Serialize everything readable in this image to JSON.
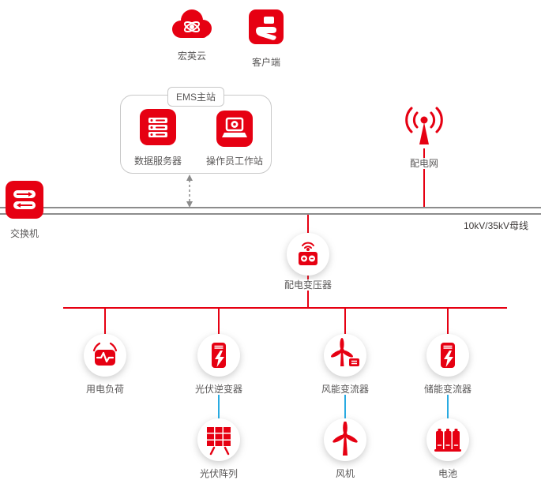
{
  "colors": {
    "red": "#e60012",
    "bus_gray": "#8c8c8c",
    "link_blue": "#29abe2",
    "label_gray": "#595757"
  },
  "labels": {
    "bus": "10kV/35kV母线",
    "ems": "EMS主站"
  },
  "nodes": {
    "cloud": {
      "label": "宏英云"
    },
    "client": {
      "label": "客户端"
    },
    "server": {
      "label": "数据服务器"
    },
    "workstation": {
      "label": "操作员工作站"
    },
    "grid": {
      "label": "配电网"
    },
    "switch": {
      "label": "交换机"
    },
    "transformer": {
      "label": "配电变压器"
    },
    "load": {
      "label": "用电负荷"
    },
    "pv_inverter": {
      "label": "光伏逆变器"
    },
    "wind_converter": {
      "label": "风能变流器"
    },
    "storage_converter": {
      "label": "储能变流器"
    },
    "pv_array": {
      "label": "光伏阵列"
    },
    "wind": {
      "label": "风机"
    },
    "battery": {
      "label": "电池"
    }
  }
}
